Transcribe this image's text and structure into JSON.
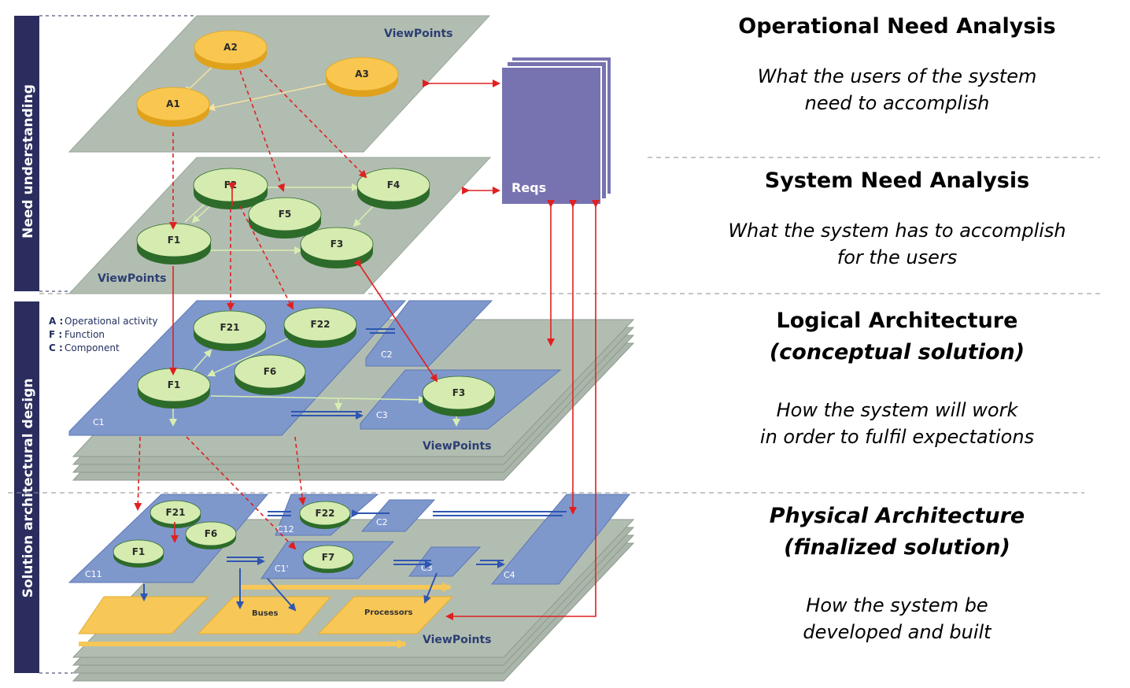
{
  "side_labels": {
    "need": "Need understanding",
    "solution": "Solution architectural design"
  },
  "legend": [
    {
      "key": "A :",
      "text": "Operational activity"
    },
    {
      "key": "F :",
      "text": "Function"
    },
    {
      "key": "C :",
      "text": "Component"
    }
  ],
  "viewpoints_label": "ViewPoints",
  "reqs_label": "Reqs",
  "operational_nodes": [
    "A1",
    "A2",
    "A3"
  ],
  "system_nodes": [
    "F1",
    "F2",
    "F3",
    "F4",
    "F5"
  ],
  "logical_functions": [
    "F21",
    "F22",
    "F6",
    "F1",
    "F3"
  ],
  "logical_components": [
    "C1",
    "C2",
    "C3"
  ],
  "physical_functions": [
    "F21",
    "F6",
    "F1",
    "F22",
    "F7"
  ],
  "physical_components": [
    "C11",
    "C12",
    "C2",
    "C1'",
    "C3",
    "C4"
  ],
  "hardware": [
    "Buses",
    "Processors"
  ],
  "colors": {
    "plane": "#b2bdb1",
    "plane_edge": "#9aa69a",
    "operational_node": "#f9c74f",
    "operational_node_side": "#e0a21c",
    "function_node": "#d5ebb0",
    "function_node_side": "#2d6b2a",
    "component": "#7f98cc",
    "reqs": "#7773b1",
    "hardware": "#f7c757",
    "arrow_red": "#e02020",
    "sidebar": "#2b2d5e"
  },
  "levels": [
    {
      "title": "Operational Need Analysis",
      "subtitle": [
        "What the users of the system",
        "need to accomplish"
      ]
    },
    {
      "title": "System Need Analysis",
      "subtitle": [
        "What the system has to accomplish",
        "for the users"
      ]
    },
    {
      "title": [
        "Logical Architecture",
        "(conceptual solution)"
      ],
      "subtitle": [
        "How the system will work",
        "in order to fulfil expectations"
      ]
    },
    {
      "title": [
        "Physical Architecture",
        "(finalized solution)"
      ],
      "subtitle": [
        "How the system be",
        "developed and built"
      ]
    }
  ]
}
